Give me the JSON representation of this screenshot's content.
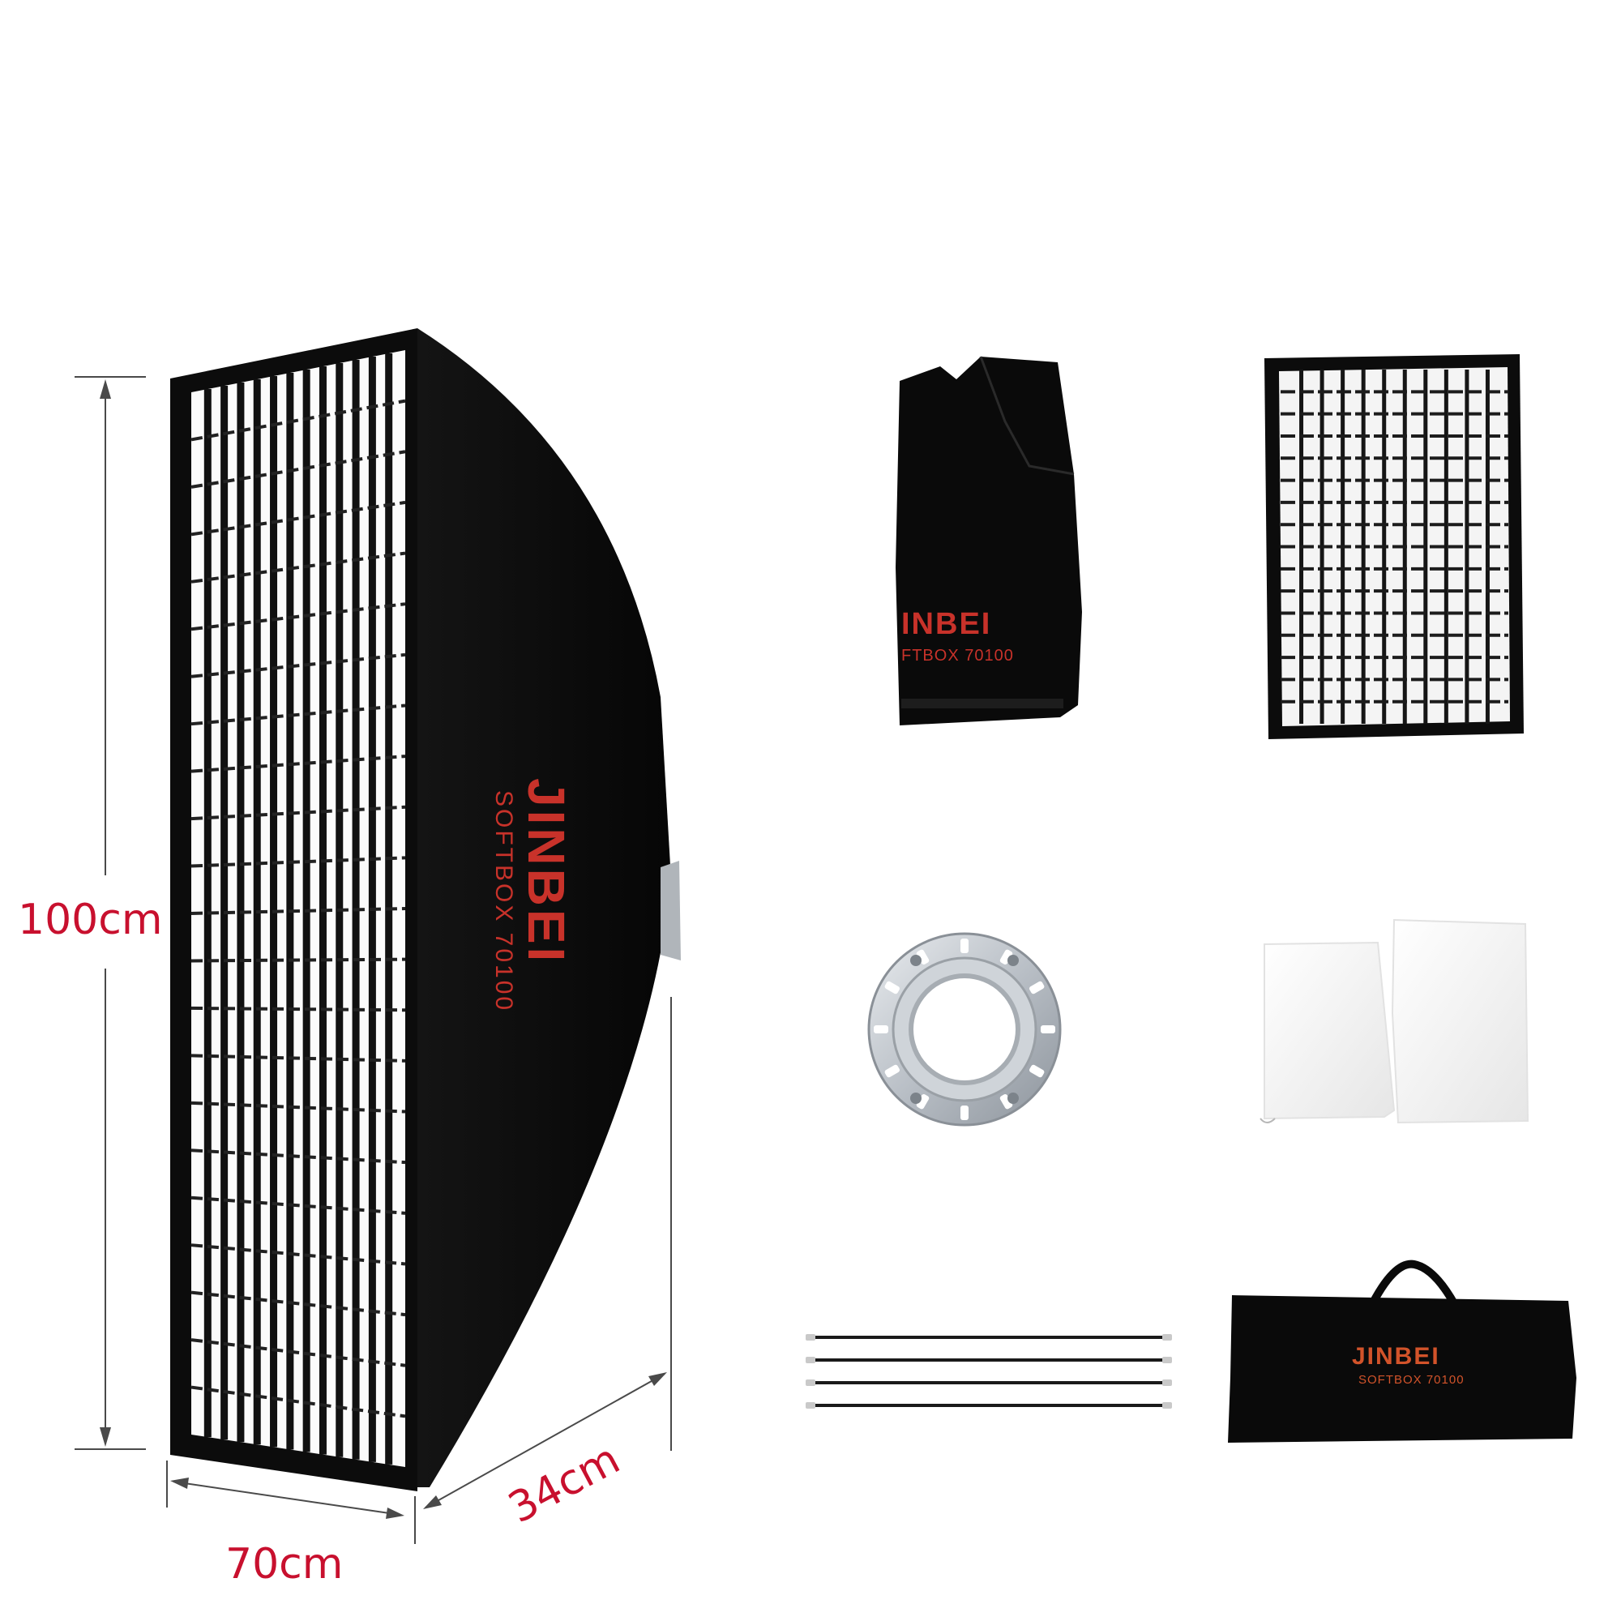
{
  "dimensions": {
    "height_label": "100cm",
    "width_label": "70cm",
    "depth_label": "34cm",
    "label_color": "#c8102e"
  },
  "brand": {
    "name": "JINBEI",
    "model": "SOFTBOX 70100",
    "color": "#c8322a"
  },
  "folded_softbox": {
    "brand_visible": "INBEI",
    "model_visible": "FTBOX 70100"
  },
  "carry_bag": {
    "brand": "JINBEI",
    "model": "SOFTBOX 70100",
    "color": "#d2532a"
  },
  "items_icons": [
    "softbox-with-grid-image",
    "folded-softbox-image",
    "honeycomb-grid-image",
    "speedring-adapter-image",
    "diffuser-cloths-image",
    "support-rods-image",
    "carry-bag-image"
  ]
}
